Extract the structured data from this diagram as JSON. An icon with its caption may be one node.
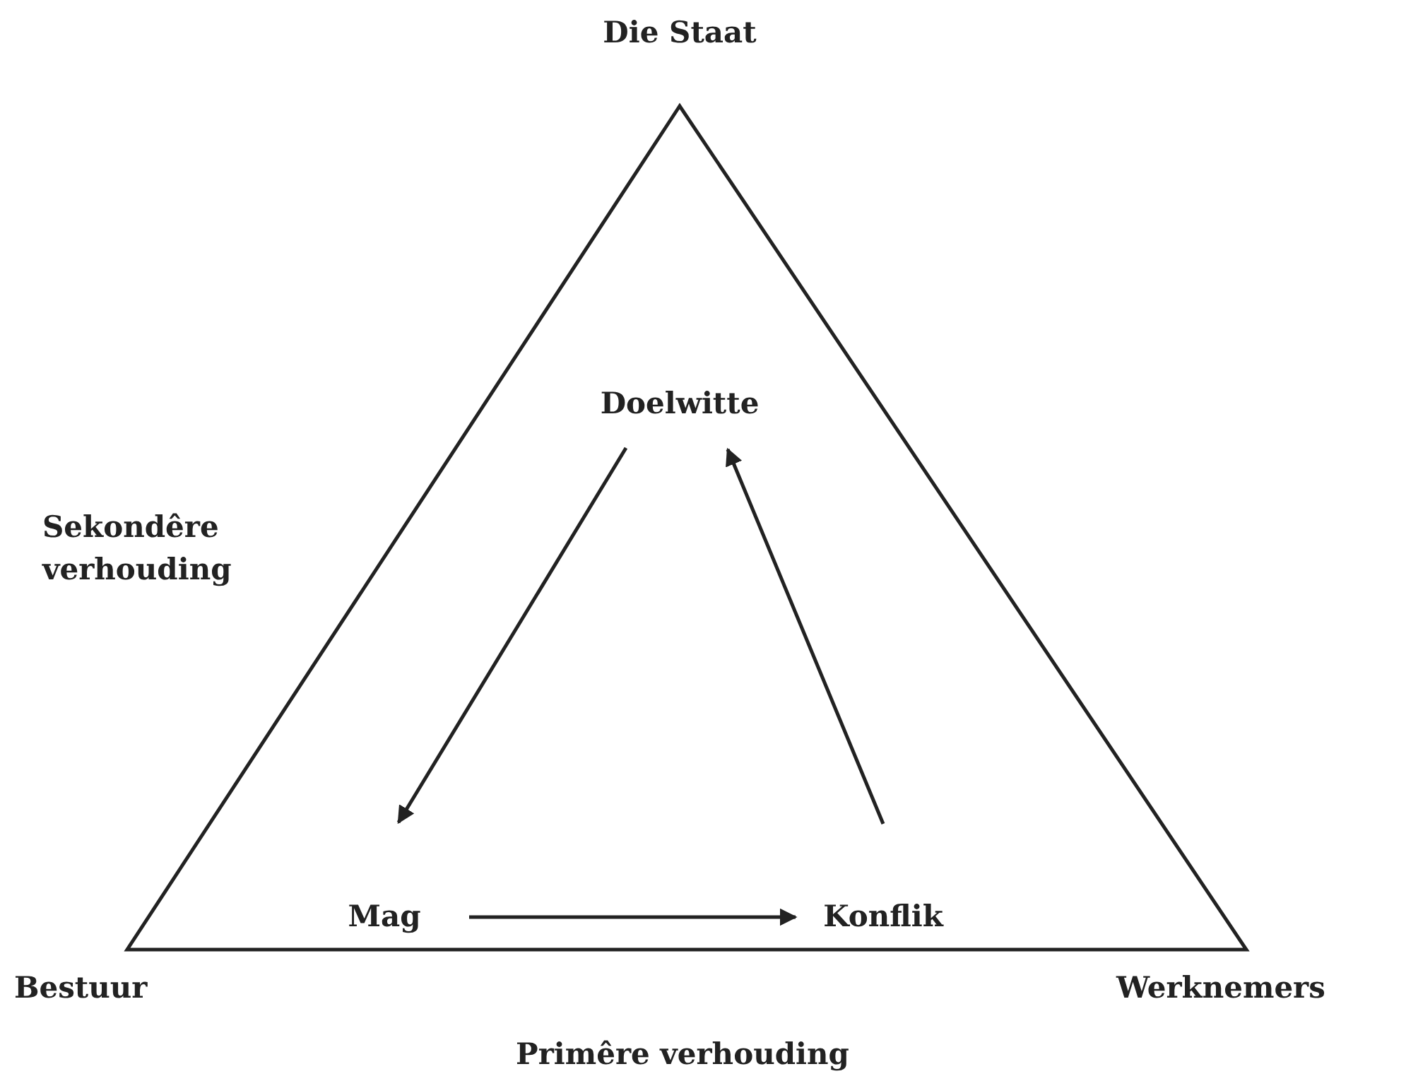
{
  "diagram": {
    "nodes": [
      {
        "text": [
          "Doelwitte"
        ]
      },
      {
        "text": [
          "Mag"
        ]
      },
      {
        "text": [
          "Konflik"
        ]
      }
    ],
    "edges": [
      {
        "from": 0,
        "to": 1,
        "arrow": "to"
      },
      {
        "from": 1,
        "to": 2,
        "arrow": "to"
      },
      {
        "from": 2,
        "to": 0,
        "arrow": "to"
      }
    ],
    "labels": [
      "Die Staat",
      "Sekondêre verhouding",
      "Bestuur",
      "Werknemers",
      "Primêre verhouding"
    ]
  }
}
